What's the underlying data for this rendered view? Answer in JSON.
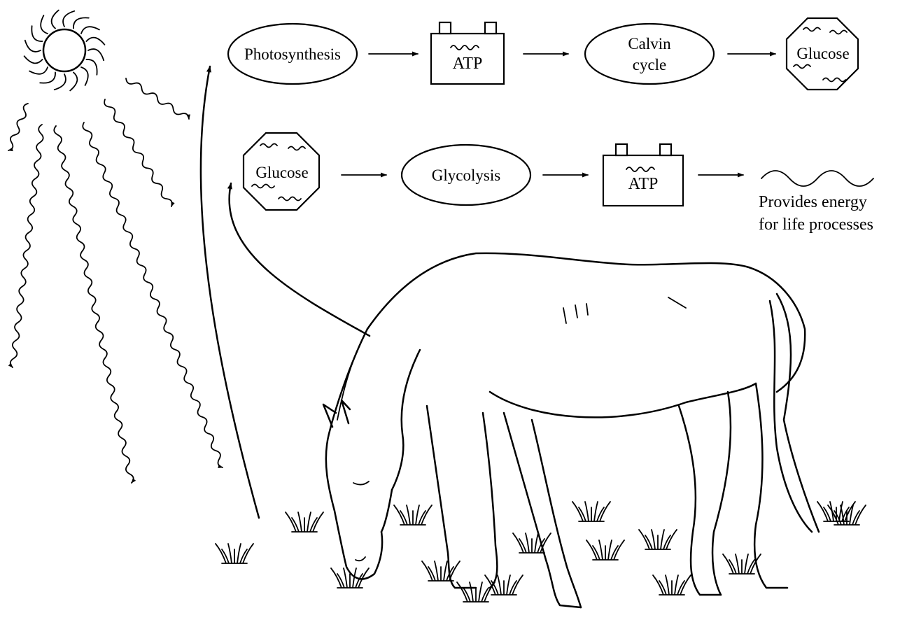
{
  "pathway_top": {
    "photosynthesis": "Photosynthesis",
    "atp": "ATP",
    "calvin_line1": "Calvin",
    "calvin_line2": "cycle",
    "glucose": "Glucose"
  },
  "pathway_bottom": {
    "glucose": "Glucose",
    "glycolysis": "Glycolysis",
    "atp": "ATP",
    "result_line1": "Provides energy",
    "result_line2": "for life processes"
  },
  "icons": [
    "sun-icon",
    "battery-icon",
    "glucose-octagon-icon",
    "horse-illustration",
    "grass-icon",
    "wavy-light-ray"
  ]
}
